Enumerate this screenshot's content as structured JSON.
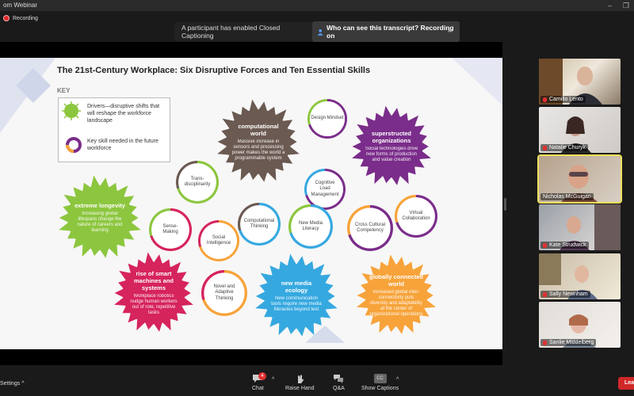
{
  "window": {
    "title": "om Webinar"
  },
  "recording": {
    "label": "Recording"
  },
  "notice": {
    "text": "A participant has enabled Closed Captioning",
    "action": "Who can see this transcript? Recording on",
    "close": "×"
  },
  "slide": {
    "title": "The 21st-Century Workplace: Six Disruptive Forces and Ten Essential Skills",
    "key_label": "KEY",
    "key_driver": "Drivers—disruptive shifts that will reshape the workforce landscape",
    "key_skill": "Key skill needed in the future workforce",
    "drivers": [
      {
        "title": "computational world",
        "body": "Massive increase in sensors and processing power makes the world a programmable system",
        "color": "#6b5a52"
      },
      {
        "title": "superstructed organizations",
        "body": "Social technologies drive new forms of production and value creation",
        "color": "#7a2d8a"
      },
      {
        "title": "extreme longevity",
        "body": "Increasing global lifespans change the nature of careers and learning",
        "color": "#8cc63f"
      },
      {
        "title": "rise of smart machines and systems",
        "body": "Workplace robotics nudge human workers out of rote, repetitive tasks",
        "color": "#d6245c"
      },
      {
        "title": "new media ecology",
        "body": "New communication tools require new media literacies beyond text",
        "color": "#36a8e0"
      },
      {
        "title": "globally connected world",
        "body": "Increased global inter-connectivity puts diversity and adaptability at the center of organizational operations",
        "color": "#f7a33a"
      }
    ],
    "skills": [
      {
        "label": "Design Mindset"
      },
      {
        "label": "Trans-disciplinarity"
      },
      {
        "label": "Cognitive Load Management"
      },
      {
        "label": "Computational Thinking"
      },
      {
        "label": "Virtual Collaboration"
      },
      {
        "label": "Sense-Making"
      },
      {
        "label": "Social Intelligence"
      },
      {
        "label": "New Media Literacy"
      },
      {
        "label": "Cross Cultural Competency"
      },
      {
        "label": "Novel and Adaptive Thinking"
      }
    ]
  },
  "share_toolbar": {
    "cc": "CC"
  },
  "participants": [
    {
      "name": "Camillo Lento"
    },
    {
      "name": "Natalie Churyk"
    },
    {
      "name": "Nicholas McGuigan"
    },
    {
      "name": "Kate Strudwick"
    },
    {
      "name": "Sally Newnham"
    },
    {
      "name": "Sanlie Middelberg"
    }
  ],
  "toolbar": {
    "settings": "Settings",
    "chat": "Chat",
    "chat_badge": "4",
    "raise_hand": "Raise Hand",
    "qa": "Q&A",
    "captions": "Show Captions",
    "captions_icon_text": "CC",
    "leave": "Leav"
  },
  "colors": {
    "green": "#8cc63f",
    "purple": "#7a2d8a",
    "orange": "#f7a33a",
    "blue": "#36a8e0",
    "red": "#d6245c",
    "brown": "#6b5a52",
    "leave": "#d02828"
  }
}
